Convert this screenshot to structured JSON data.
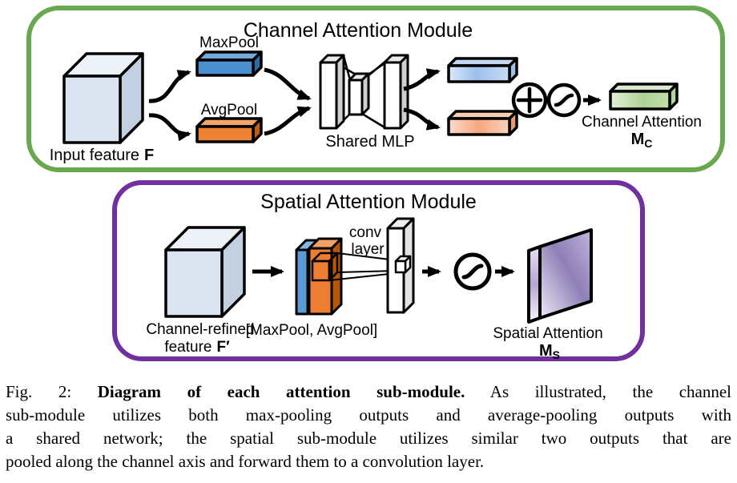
{
  "figure": {
    "channel_module": {
      "title": "Channel Attention Module",
      "input_label": "Input feature",
      "input_symbol": "F",
      "maxpool_label": "MaxPool",
      "avgpool_label": "AvgPool",
      "mlp_label": "Shared MLP",
      "output_label": "Channel Attention",
      "output_symbol": "M",
      "output_symbol_sub": "C"
    },
    "spatial_module": {
      "title": "Spatial Attention Module",
      "feature_label_line1": "Channel-refined",
      "feature_label_line2": "feature",
      "feature_symbol": "F′",
      "pool_label": "[MaxPool, AvgPool]",
      "conv_label_line1": "conv",
      "conv_label_line2": "layer",
      "output_label": "Spatial Attention",
      "output_symbol": "M",
      "output_symbol_sub": "S"
    },
    "icons": {
      "elementwise_sum": "circled-plus",
      "sigmoid": "circled-s-curve"
    },
    "colors": {
      "channel_border": "#6aa84f",
      "spatial_border": "#7030a0",
      "cube_front": "#dbe5f1",
      "cube_top": "#edf2f9",
      "cube_side": "#c3d0e2",
      "maxpool_front": "#4a90d0",
      "maxpool_top": "#74a9dc",
      "maxpool_side": "#2e6da4",
      "avgpool_front": "#ed8233",
      "avgpool_top": "#f4a466",
      "avgpool_side": "#c05c11",
      "mlp_front": "#ffffff",
      "mlp_top": "#e9e9e9",
      "mlp_side": "#cfcfcf",
      "blue_bar_mid": "#9cc0ec",
      "blue_bar_top": "#c3d8f0",
      "blue_bar_side": "#9fc0e8",
      "orange_bar_mid": "#f5a77f",
      "orange_bar_top": "#f8cdb4",
      "orange_bar_side": "#eb9a6e",
      "green_bar_mid": "#aed295",
      "green_bar_top": "#d9ead0",
      "green_bar_side": "#b5d4a4",
      "slab_blue": "#5b9bd5",
      "slab_blue_top": "#86b7e2",
      "slab_orange_front": "#ed7d31",
      "slab_orange_top": "#f2a266",
      "slab_orange_side": "#b65708",
      "conv_slab_front": "#ffffff",
      "conv_slab_top": "#efefef",
      "conv_slab_side": "#e2e2e2",
      "purple_face_mid": "#8e7fb6",
      "purple_top": "#e8e1f3",
      "arrow": "#000000"
    }
  },
  "caption": {
    "line1_prefix": "Fig. 2: ",
    "line1_bold": "Diagram of each attention sub-module.",
    "line1_rest": " As illustrated, the channel",
    "line2": "sub-module utilizes both max-pooling outputs and average-pooling outputs with",
    "line3": "a shared network; the spatial sub-module utilizes similar two outputs that are",
    "line4": "pooled along the channel axis and forward them to a convolution layer."
  }
}
